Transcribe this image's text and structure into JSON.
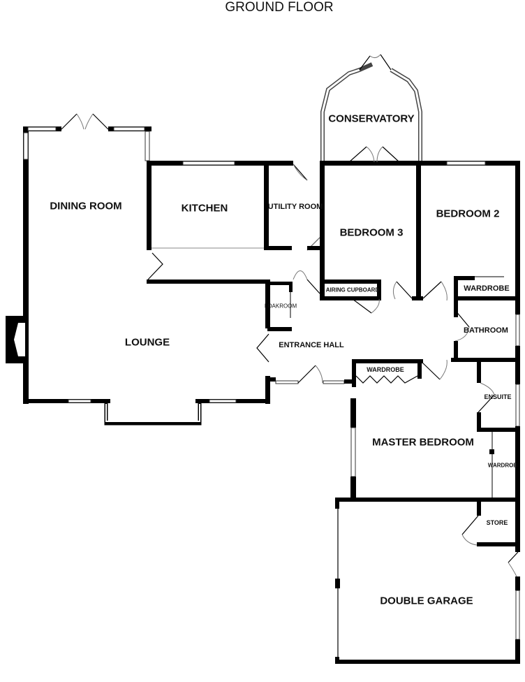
{
  "title": "GROUND FLOOR",
  "rooms": {
    "dining_room": "DINING ROOM",
    "kitchen": "KITCHEN",
    "utility_room": "UTILITY ROOM",
    "conservatory": "CONSERVATORY",
    "bedroom_3": "BEDROOM 3",
    "bedroom_2": "BEDROOM 2",
    "wardrobe_bed2": "WARDROBE",
    "airing_cupboard": "AIRING CUPBOARD",
    "cloakroom": "LOAKROOM",
    "lounge": "LOUNGE",
    "entrance_hall": "ENTRANCE HALL",
    "bathroom": "BATHROOM",
    "wardrobe_master": "WARDROBE",
    "ensuite": "ENSUITE",
    "master_bedroom": "MASTER BEDROOM",
    "wardrobe_side": "WARDROB",
    "store": "STORE",
    "double_garage": "DOUBLE GARAGE"
  }
}
